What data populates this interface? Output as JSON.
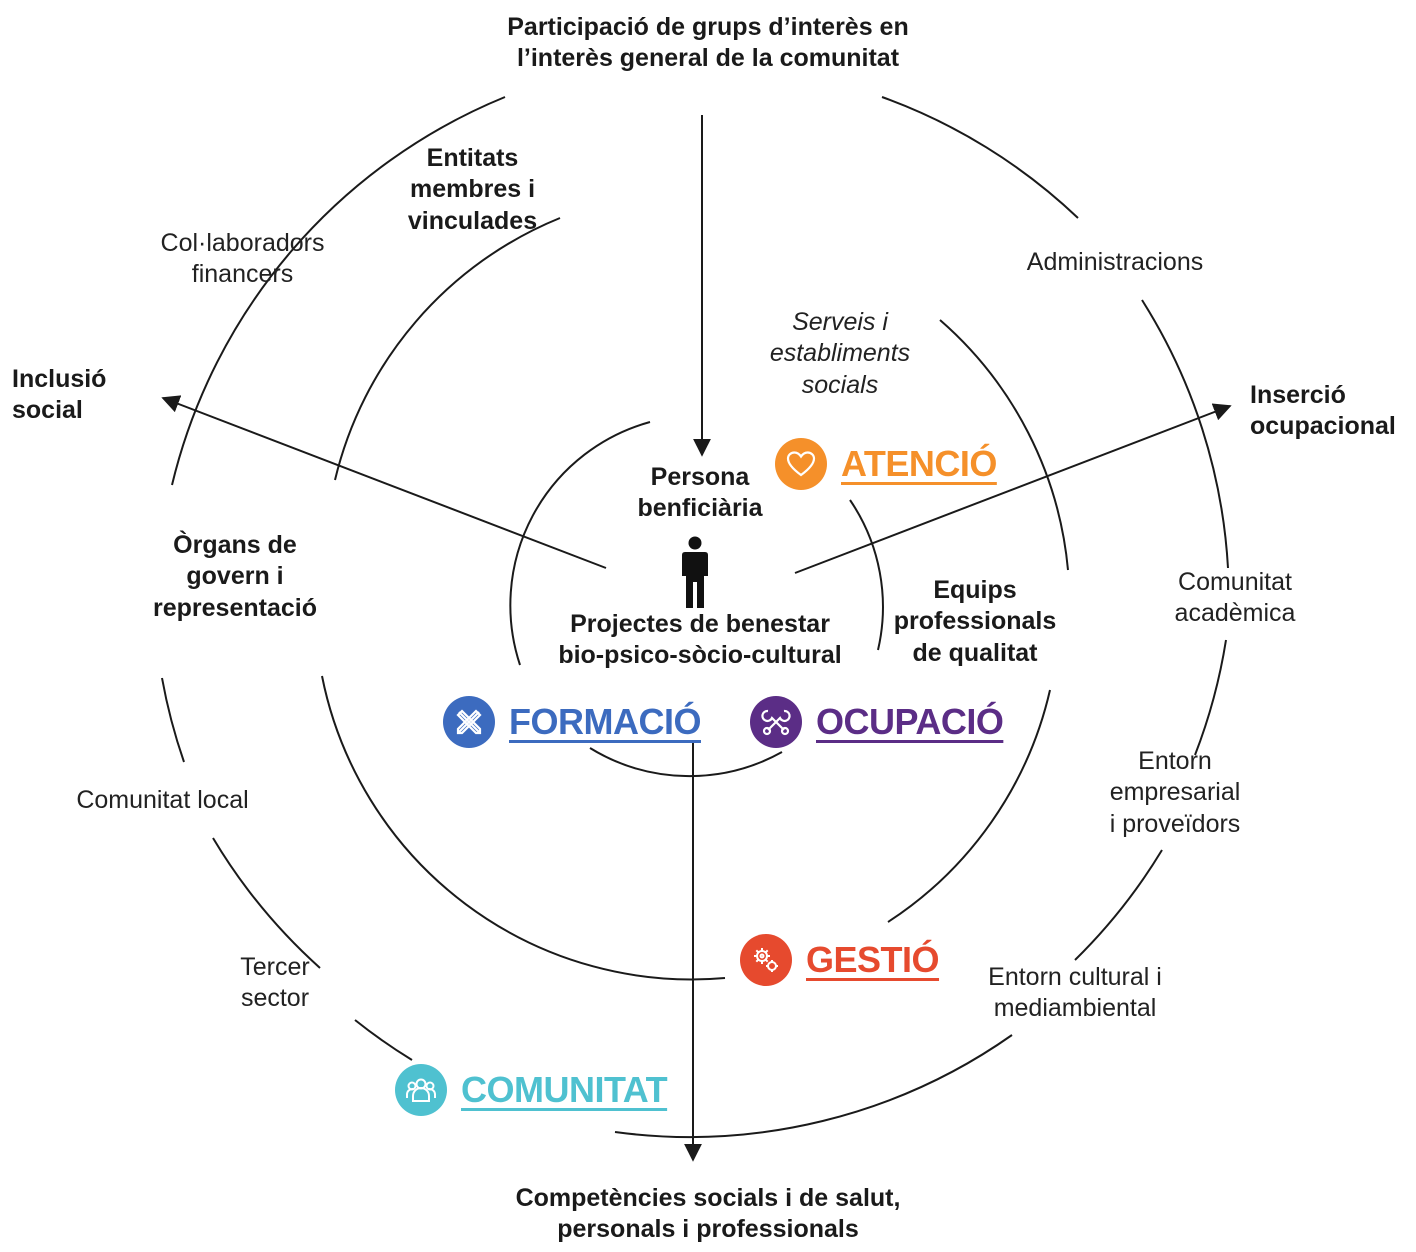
{
  "axes": {
    "top": "Participació de grups d’interès en\nl’interès general de la comunitat",
    "bottom": "Competències socials i de salut,\npersonals i professionals",
    "left": "Inclusió\nsocial",
    "right": "Inserció\nocupacional"
  },
  "center": {
    "top_label": "Persona\nbenficiària",
    "bottom_label": "Projectes de benestar\nbio-psico-sòcio-cultural",
    "icon": "person-icon"
  },
  "middle_ring": {
    "members": "Entitats\nmembres i\nvinculades",
    "services": "Serveis i\nestabliments\nsocials",
    "governance": "Òrgans de\ngovern i\nrepresentació",
    "teams": "Equips\nprofessionals\nde qualitat"
  },
  "outer_ring": {
    "financers": "Col·laboradors\nfinancers",
    "administrations": "Administracions",
    "academic": "Comunitat\nacadèmica",
    "business": "Entorn\nempresarial\ni proveïdors",
    "cultural": "Entorn cultural i\nmediambiental",
    "local": "Comunitat local",
    "third_sector": "Tercer\nsector"
  },
  "areas": [
    {
      "key": "atencio",
      "label": "ATENCIÓ",
      "color": "#f5902a",
      "icon": "heart-icon"
    },
    {
      "key": "formacio",
      "label": "FORMACIÓ",
      "color": "#3c6bbf",
      "icon": "pencil-icon"
    },
    {
      "key": "ocupacio",
      "label": "OCUPACIÓ",
      "color": "#5b2d86",
      "icon": "tools-icon"
    },
    {
      "key": "gestio",
      "label": "GESTIÓ",
      "color": "#e64a2e",
      "icon": "gears-icon"
    },
    {
      "key": "comunitat",
      "label": "COMUNITAT",
      "color": "#4fc1d0",
      "icon": "people-icon"
    }
  ]
}
